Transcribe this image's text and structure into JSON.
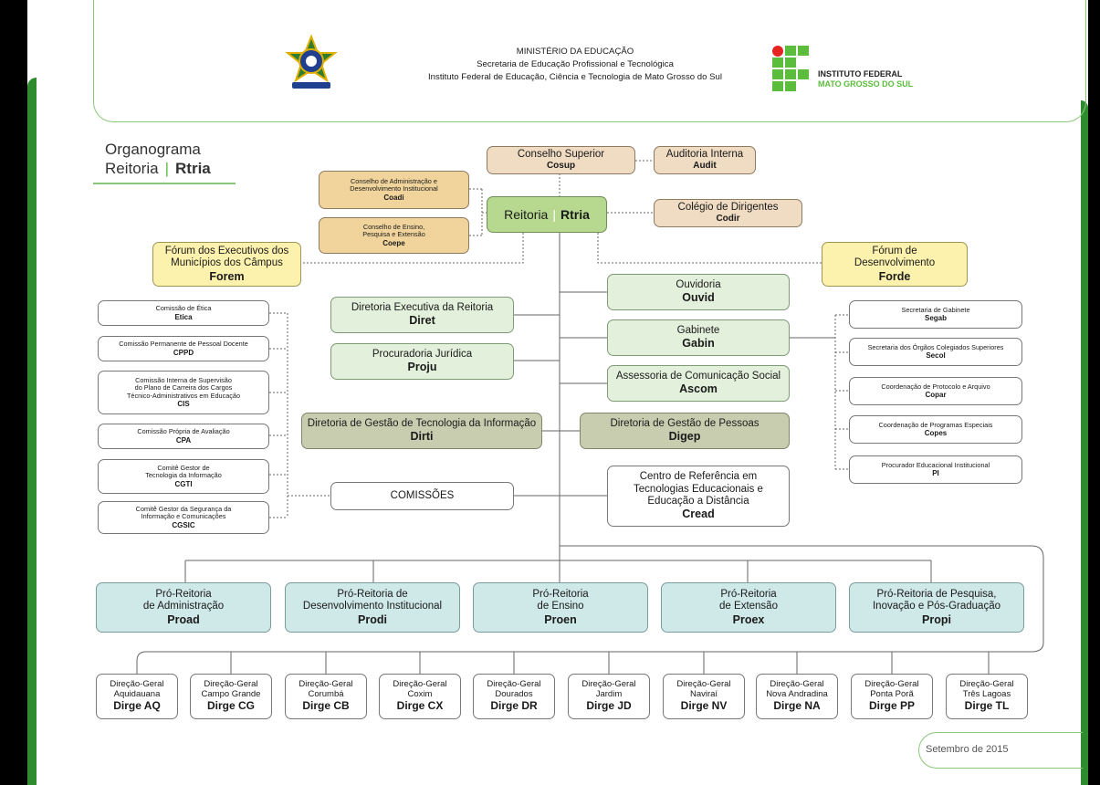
{
  "header": {
    "line1": "MINISTÉRIO DA EDUCAÇÃO",
    "line2": "Secretaria de Educação Profissional e Tecnológica",
    "line3": "Instituto Federal de Educação, Ciência e Tecnologia de Mato Grosso do Sul",
    "if_name1": "INSTITUTO FEDERAL",
    "if_name2": "MATO GROSSO DO SUL"
  },
  "title": {
    "line1": "Organograma",
    "line2_a": "Reitoria",
    "line2_b": "Rtria"
  },
  "top": {
    "cosup": {
      "name": "Conselho Superior",
      "abbr": "Cosup"
    },
    "audit": {
      "name": "Auditoria Interna",
      "abbr": "Audit"
    },
    "coadi": {
      "name1": "Conselho de Administração e",
      "name2": "Desenvolvimento Institucional",
      "abbr": "Coadi"
    },
    "coepe": {
      "name1": "Conselho de Ensino,",
      "name2": "Pesquisa e Extensão",
      "abbr": "Coepe"
    },
    "reitoria": {
      "name": "Reitoria",
      "abbr": "Rtria"
    },
    "codir": {
      "name": "Colégio de Dirigentes",
      "abbr": "Codir"
    },
    "forem": {
      "name1": "Fórum dos Executivos dos",
      "name2": "Municípios dos Câmpus",
      "abbr": "Forem"
    },
    "forde": {
      "name1": "Fórum de",
      "name2": "Desenvolvimento",
      "abbr": "Forde"
    }
  },
  "comissoes": [
    {
      "name": "Comissão de Ética",
      "abbr": "Etica"
    },
    {
      "name": "Comissão Permanente de Pessoal Docente",
      "abbr": "CPPD"
    },
    {
      "name1": "Comissão Interna de Supervisão",
      "name2": "do Plano de Carreira dos Cargos",
      "name3": "Técnico-Administrativos em Educação",
      "abbr": "CIS"
    },
    {
      "name": "Comissão Própria de Avaliação",
      "abbr": "CPA"
    },
    {
      "name1": "Comitê Gestor de",
      "name2": "Tecnologia da Informação",
      "abbr": "CGTI"
    },
    {
      "name1": "Comitê Gestor da Segurança da",
      "name2": "Informação e Comunicações",
      "abbr": "CGSIC"
    }
  ],
  "comissoes_label": "COMISSÕES",
  "center_left": {
    "diret": {
      "name": "Diretoria Executiva da Reitoria",
      "abbr": "Diret"
    },
    "proju": {
      "name": "Procuradoria Jurídica",
      "abbr": "Proju"
    },
    "dirti": {
      "name": "Diretoria de Gestão de Tecnologia da Informação",
      "abbr": "Dirti"
    }
  },
  "center_right": {
    "ouvid": {
      "name": "Ouvidoria",
      "abbr": "Ouvid"
    },
    "gabin": {
      "name": "Gabinete",
      "abbr": "Gabin"
    },
    "ascom": {
      "name": "Assessoria de Comunicação Social",
      "abbr": "Ascom"
    },
    "digep": {
      "name": "Diretoria de Gestão de Pessoas",
      "abbr": "Digep"
    },
    "cread": {
      "name1": "Centro de Referência em",
      "name2": "Tecnologias Educacionais e",
      "name3": "Educação a Distância",
      "abbr": "Cread"
    }
  },
  "gabinete_units": [
    {
      "name": "Secretaria de Gabinete",
      "abbr": "Segab"
    },
    {
      "name": "Secretaria dos Órgãos Colegiados Superiores",
      "abbr": "Secol"
    },
    {
      "name": "Coordenação de Protocolo e Arquivo",
      "abbr": "Copar"
    },
    {
      "name": "Coordenação de Programas Especiais",
      "abbr": "Copes"
    },
    {
      "name": "Procurador Educacional Institucional",
      "abbr": "PI"
    }
  ],
  "pro_reitorias": [
    {
      "name1": "Pró-Reitoria",
      "name2": "de Administração",
      "abbr": "Proad"
    },
    {
      "name1": "Pró-Reitoria de",
      "name2": "Desenvolvimento Institucional",
      "abbr": "Prodi"
    },
    {
      "name1": "Pró-Reitoria",
      "name2": "de Ensino",
      "abbr": "Proen"
    },
    {
      "name1": "Pró-Reitoria",
      "name2": "de Extensão",
      "abbr": "Proex"
    },
    {
      "name1": "Pró-Reitoria de Pesquisa,",
      "name2": "Inovação e Pós-Graduação",
      "abbr": "Propi"
    }
  ],
  "campi": [
    {
      "label": "Direção-Geral",
      "city": "Aquidauana",
      "abbr": "Dirge AQ"
    },
    {
      "label": "Direção-Geral",
      "city": "Campo Grande",
      "abbr": "Dirge CG"
    },
    {
      "label": "Direção-Geral",
      "city": "Corumbá",
      "abbr": "Dirge CB"
    },
    {
      "label": "Direção-Geral",
      "city": "Coxim",
      "abbr": "Dirge CX"
    },
    {
      "label": "Direção-Geral",
      "city": "Dourados",
      "abbr": "Dirge DR"
    },
    {
      "label": "Direção-Geral",
      "city": "Jardim",
      "abbr": "Dirge JD"
    },
    {
      "label": "Direção-Geral",
      "city": "Naviraí",
      "abbr": "Dirge NV"
    },
    {
      "label": "Direção-Geral",
      "city": "Nova Andradina",
      "abbr": "Dirge NA"
    },
    {
      "label": "Direção-Geral",
      "city": "Ponta Porã",
      "abbr": "Dirge PP"
    },
    {
      "label": "Direção-Geral",
      "city": "Três Lagoas",
      "abbr": "Dirge TL"
    }
  ],
  "footer": {
    "date": "Setembro de 2015"
  },
  "colors": {
    "brand_green": "#2e8b2e",
    "if_red": "#e52421",
    "if_green": "#5bbd3b"
  }
}
